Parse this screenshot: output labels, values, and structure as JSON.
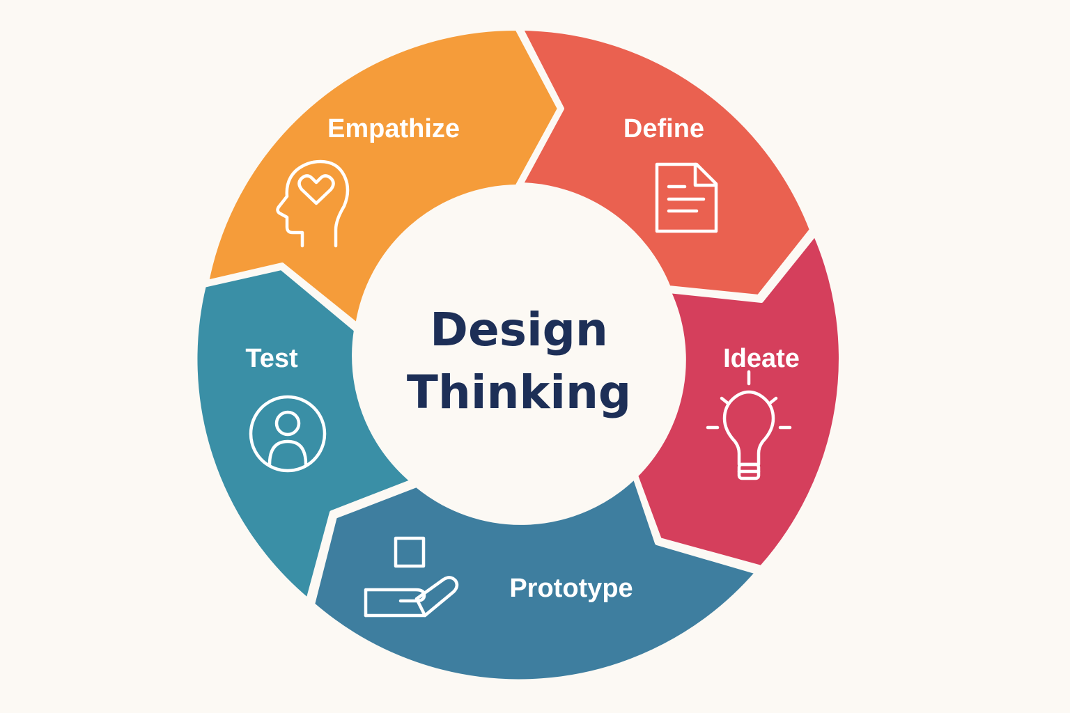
{
  "diagram": {
    "center": {
      "line1": "Design",
      "line2": "Thinking",
      "text_color": "#1d2f57",
      "fill": "#fcf9f4"
    },
    "stages": [
      {
        "id": "empathize",
        "label": "Empathize",
        "color": "#f59c3a",
        "icon": "head-heart-icon"
      },
      {
        "id": "define",
        "label": "Define",
        "color": "#ea6150",
        "icon": "document-icon"
      },
      {
        "id": "ideate",
        "label": "Ideate",
        "color": "#d53f5c",
        "icon": "lightbulb-icon"
      },
      {
        "id": "prototype",
        "label": "Prototype",
        "color": "#3e7e9f",
        "icon": "hand-box-icon"
      },
      {
        "id": "test",
        "label": "Test",
        "color": "#3a8fa6",
        "icon": "user-circle-icon"
      }
    ],
    "background": "#fcf9f4"
  }
}
